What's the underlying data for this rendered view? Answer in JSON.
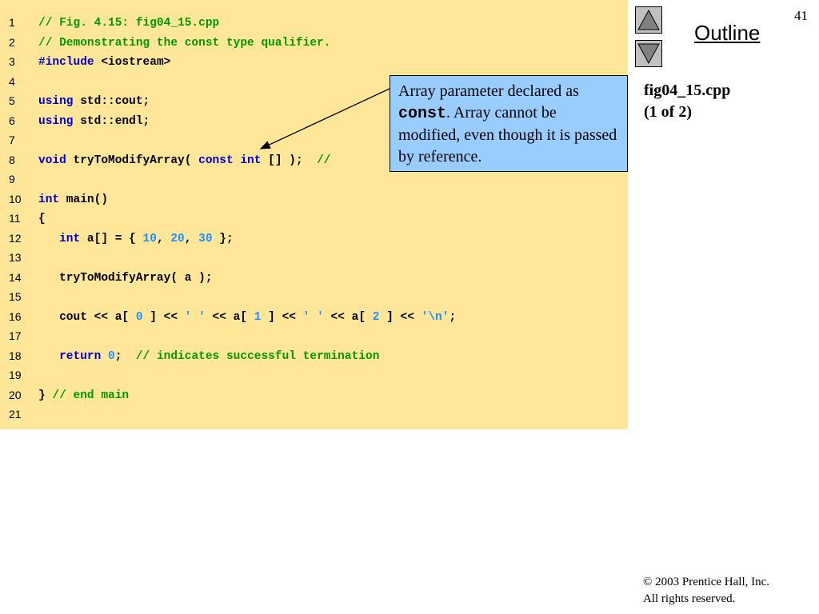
{
  "page_number": "41",
  "outline": {
    "title": "Outline",
    "up_icon": "triangle-up-icon",
    "down_icon": "triangle-down-icon"
  },
  "file_label": {
    "name": "fig04_15.cpp",
    "part": "(1 of 2)"
  },
  "callout": {
    "text_before": "Array parameter declared as ",
    "code_word": "const",
    "text_after": ". Array cannot be modified, even though it is passed by reference."
  },
  "code_lines": [
    {
      "n": "1",
      "tokens": [
        {
          "t": "cm",
          "v": "// Fig. 4.15: fig04_15.cpp"
        }
      ]
    },
    {
      "n": "2",
      "tokens": [
        {
          "t": "cm",
          "v": "// Demonstrating the const type qualifier."
        }
      ]
    },
    {
      "n": "3",
      "tokens": [
        {
          "t": "kw",
          "v": "#include"
        },
        {
          "t": "p",
          "v": " <iostream>"
        }
      ]
    },
    {
      "n": "4",
      "tokens": []
    },
    {
      "n": "5",
      "tokens": [
        {
          "t": "kw",
          "v": "using"
        },
        {
          "t": "p",
          "v": " std::cout;"
        }
      ]
    },
    {
      "n": "6",
      "tokens": [
        {
          "t": "kw",
          "v": "using"
        },
        {
          "t": "p",
          "v": " std::endl;"
        }
      ]
    },
    {
      "n": "7",
      "tokens": []
    },
    {
      "n": "8",
      "tokens": [
        {
          "t": "kw",
          "v": "void"
        },
        {
          "t": "p",
          "v": " tryToModifyArray( "
        },
        {
          "t": "kw",
          "v": "const"
        },
        {
          "t": "p",
          "v": " "
        },
        {
          "t": "kw",
          "v": "int"
        },
        {
          "t": "p",
          "v": " [] );  "
        },
        {
          "t": "cm",
          "v": "//"
        }
      ]
    },
    {
      "n": "9",
      "tokens": []
    },
    {
      "n": "10",
      "tokens": [
        {
          "t": "kw",
          "v": "int"
        },
        {
          "t": "p",
          "v": " main()"
        }
      ]
    },
    {
      "n": "11",
      "tokens": [
        {
          "t": "p",
          "v": "{"
        }
      ]
    },
    {
      "n": "12",
      "tokens": [
        {
          "t": "p",
          "v": "   "
        },
        {
          "t": "kw",
          "v": "int"
        },
        {
          "t": "p",
          "v": " a[] = { "
        },
        {
          "t": "num",
          "v": "10"
        },
        {
          "t": "p",
          "v": ", "
        },
        {
          "t": "num",
          "v": "20"
        },
        {
          "t": "p",
          "v": ", "
        },
        {
          "t": "num",
          "v": "30"
        },
        {
          "t": "p",
          "v": " };"
        }
      ]
    },
    {
      "n": "13",
      "tokens": []
    },
    {
      "n": "14",
      "tokens": [
        {
          "t": "p",
          "v": "   tryToModifyArray( a );"
        }
      ]
    },
    {
      "n": "15",
      "tokens": []
    },
    {
      "n": "16",
      "tokens": [
        {
          "t": "p",
          "v": "   cout << a[ "
        },
        {
          "t": "num",
          "v": "0"
        },
        {
          "t": "p",
          "v": " ] << "
        },
        {
          "t": "str",
          "v": "' '"
        },
        {
          "t": "p",
          "v": " << a[ "
        },
        {
          "t": "num",
          "v": "1"
        },
        {
          "t": "p",
          "v": " ] << "
        },
        {
          "t": "str",
          "v": "' '"
        },
        {
          "t": "p",
          "v": " << a[ "
        },
        {
          "t": "num",
          "v": "2"
        },
        {
          "t": "p",
          "v": " ] << "
        },
        {
          "t": "str",
          "v": "'\\n'"
        },
        {
          "t": "p",
          "v": ";"
        }
      ]
    },
    {
      "n": "17",
      "tokens": []
    },
    {
      "n": "18",
      "tokens": [
        {
          "t": "p",
          "v": "   "
        },
        {
          "t": "kw",
          "v": "return"
        },
        {
          "t": "p",
          "v": " "
        },
        {
          "t": "num",
          "v": "0"
        },
        {
          "t": "p",
          "v": ";  "
        },
        {
          "t": "cm",
          "v": "// indicates successful termination"
        }
      ]
    },
    {
      "n": "19",
      "tokens": []
    },
    {
      "n": "20",
      "tokens": [
        {
          "t": "p",
          "v": "} "
        },
        {
          "t": "cm",
          "v": "// end main"
        }
      ]
    },
    {
      "n": "21",
      "tokens": []
    }
  ],
  "copyright": {
    "line1": "© 2003 Prentice Hall, Inc.",
    "line2": "All rights reserved."
  },
  "colors": {
    "code_background": "#ffe699",
    "callout_background": "#99ccff",
    "comment": "#009900",
    "keyword": "#0000cc",
    "literal": "#1e90ff"
  }
}
